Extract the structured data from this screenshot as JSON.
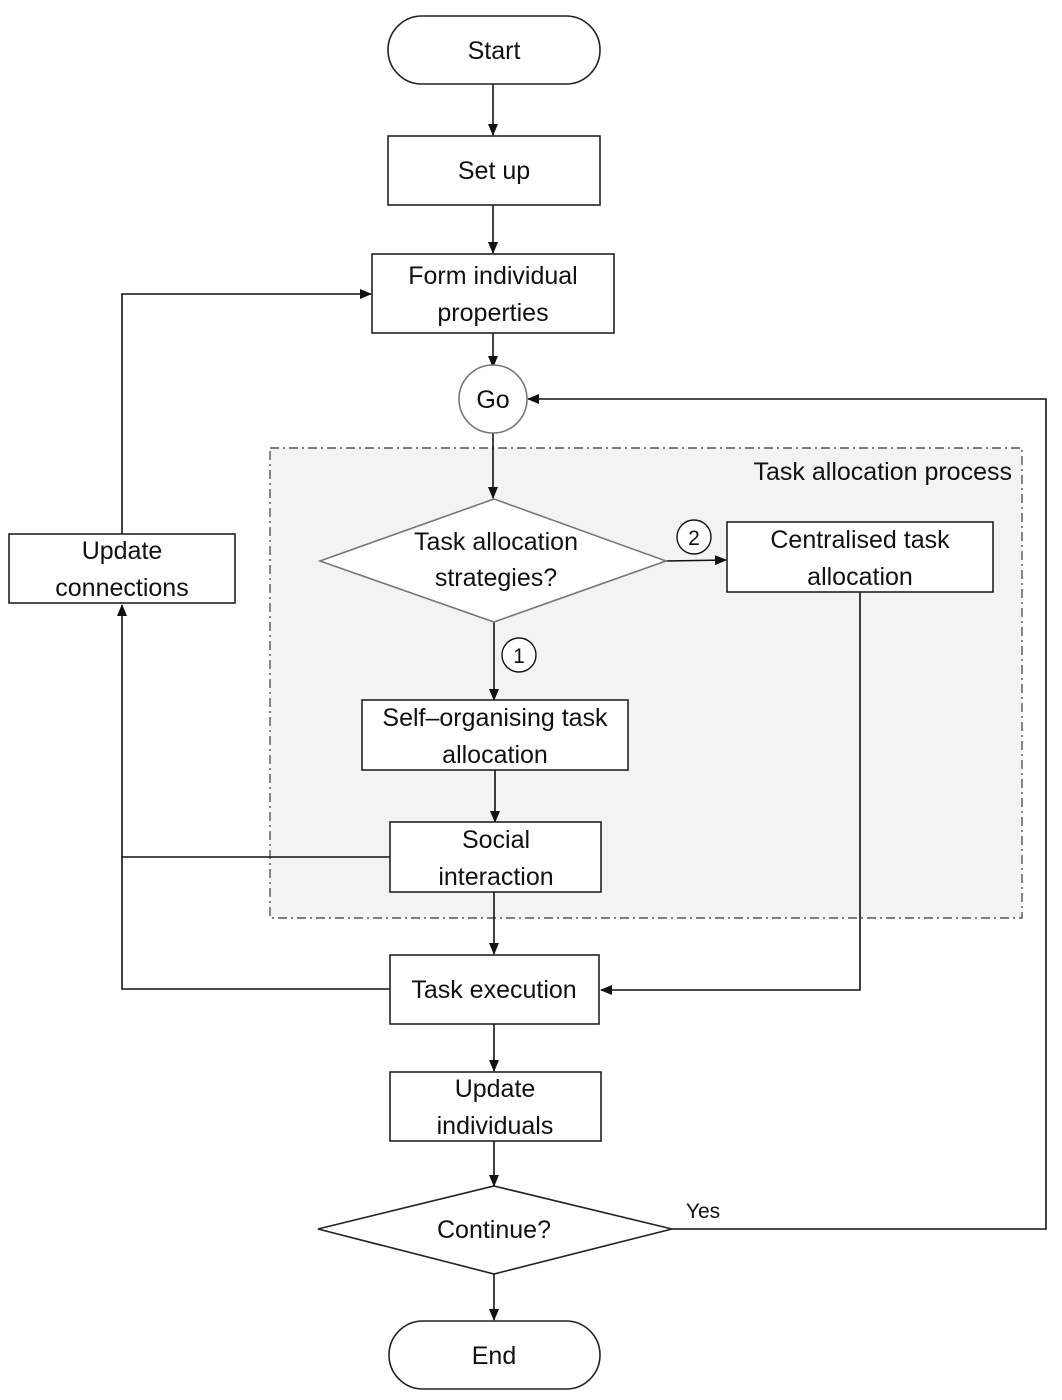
{
  "diagram": {
    "group_label": "Task allocation process",
    "nodes": {
      "start": "Start",
      "setup": "Set up",
      "form_props": [
        "Form individual",
        "properties"
      ],
      "go": "Go",
      "strategy": [
        "Task allocation",
        "strategies?"
      ],
      "centralised": [
        "Centralised task",
        "allocation"
      ],
      "self_org": [
        "Self–organising task",
        "allocation"
      ],
      "social": [
        "Social",
        "interaction"
      ],
      "update_conn": [
        "Update",
        "connections"
      ],
      "task_exec": "Task execution",
      "update_ind": [
        "Update",
        "individuals"
      ],
      "continue": "Continue?",
      "end": "End"
    },
    "edge_labels": {
      "option_1": "1",
      "option_2": "2",
      "yes": "Yes"
    }
  }
}
